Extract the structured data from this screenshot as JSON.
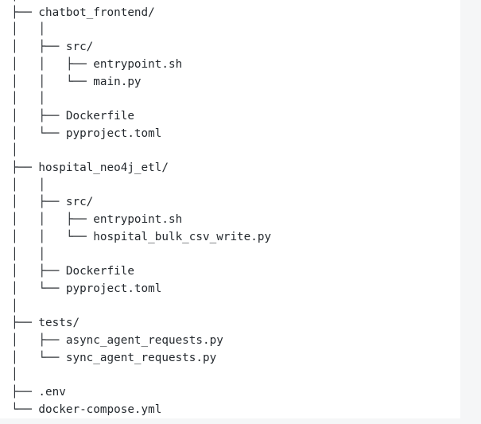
{
  "code_block": {
    "content_type": "directory-tree",
    "tree_lines": [
      "│",
      "├── chatbot_frontend/",
      "│   │",
      "│   ├── src/",
      "│   │   ├── entrypoint.sh",
      "│   │   └── main.py",
      "│   │",
      "│   ├── Dockerfile",
      "│   └── pyproject.toml",
      "│",
      "├── hospital_neo4j_etl/",
      "│   │",
      "│   ├── src/",
      "│   │   ├── entrypoint.sh",
      "│   │   └── hospital_bulk_csv_write.py",
      "│   │",
      "│   ├── Dockerfile",
      "│   └── pyproject.toml",
      "│",
      "├── tests/",
      "│   ├── async_agent_requests.py",
      "│   └── sync_agent_requests.py",
      "│",
      "├── .env",
      "└── docker-compose.yml"
    ],
    "entries": {
      "directories": [
        "chatbot_frontend/",
        "hospital_neo4j_etl/",
        "tests/",
        "src/"
      ],
      "files": [
        "entrypoint.sh",
        "main.py",
        "hospital_bulk_csv_write.py",
        "Dockerfile",
        "pyproject.toml",
        "async_agent_requests.py",
        "sync_agent_requests.py",
        ".env",
        "docker-compose.yml"
      ]
    }
  },
  "colors": {
    "text": "#24292e",
    "code_background": "#ffffff",
    "page_background": "#f5f6f7"
  }
}
